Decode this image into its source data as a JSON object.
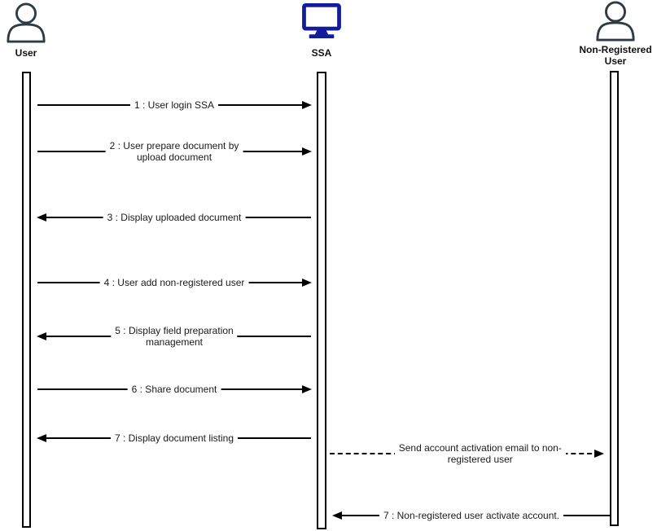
{
  "diagram": {
    "type": "uml-sequence-diagram",
    "colors": {
      "background": "#ffffff",
      "monitor_blue": "#131c9c",
      "person_stroke": "#2d3b45",
      "line_color": "#000000",
      "text_color": "#1a1a1a"
    }
  },
  "actors": [
    {
      "id": "user",
      "icon": "person-icon",
      "label_lines": [
        "User"
      ]
    },
    {
      "id": "ssa",
      "icon": "monitor-icon",
      "label_lines": [
        "SSA"
      ]
    },
    {
      "id": "non-registered-user",
      "icon": "person-icon",
      "label_lines": [
        "Non-Registered",
        "User"
      ]
    }
  ],
  "messages": [
    {
      "line1": "1 : User login SSA",
      "from": "User",
      "to": "SSA",
      "direction": "right",
      "style": "solid"
    },
    {
      "line1": "2 : User prepare document by",
      "line2": "upload document",
      "from": "User",
      "to": "SSA",
      "direction": "right",
      "style": "solid"
    },
    {
      "line1": "3 : Display uploaded document",
      "from": "SSA",
      "to": "User",
      "direction": "left",
      "style": "solid"
    },
    {
      "line1": "4 : User add non-registered user",
      "from": "User",
      "to": "SSA",
      "direction": "right",
      "style": "solid"
    },
    {
      "line1": "5 : Display field preparation",
      "line2": "management",
      "from": "SSA",
      "to": "User",
      "direction": "left",
      "style": "solid"
    },
    {
      "line1": "6 : Share document",
      "from": "User",
      "to": "SSA",
      "direction": "right",
      "style": "solid"
    },
    {
      "line1": "7 : Display document listing",
      "from": "SSA",
      "to": "User",
      "direction": "left",
      "style": "solid"
    },
    {
      "line1": "Send account activation email to non-",
      "line2": "registered user",
      "from": "SSA",
      "to": "Non-Registered User",
      "direction": "right",
      "style": "dashed"
    },
    {
      "line1": "7 : Non-registered user activate account.",
      "from": "Non-Registered User",
      "to": "SSA",
      "direction": "left",
      "style": "solid"
    }
  ]
}
